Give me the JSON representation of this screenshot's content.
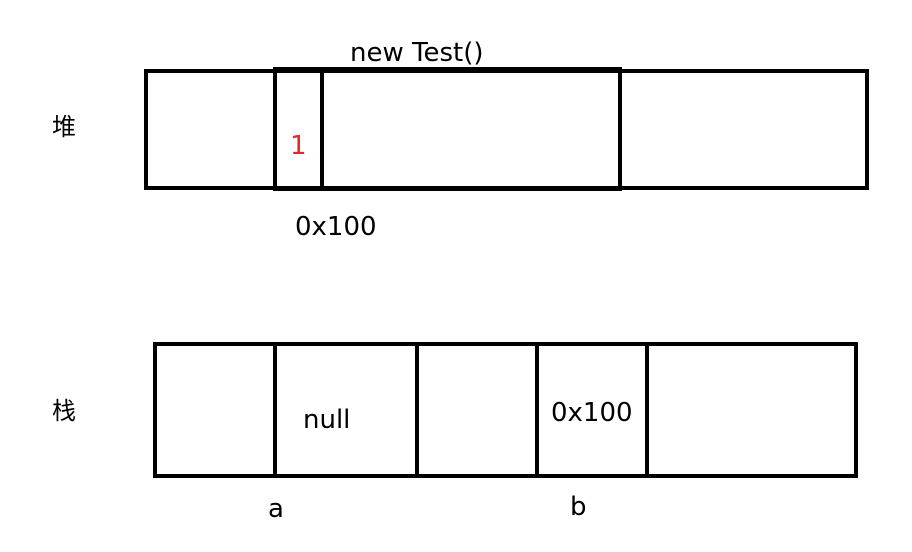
{
  "heap": {
    "label": "堆",
    "object_label": "new Test()",
    "field_value": "1",
    "address": "0x100"
  },
  "stack": {
    "label": "栈",
    "var_a_value": "null",
    "var_b_value": "0x100",
    "var_a_name": "a",
    "var_b_name": "b"
  },
  "colors": {
    "line": "#000000",
    "highlight_text": "#e8252a"
  }
}
